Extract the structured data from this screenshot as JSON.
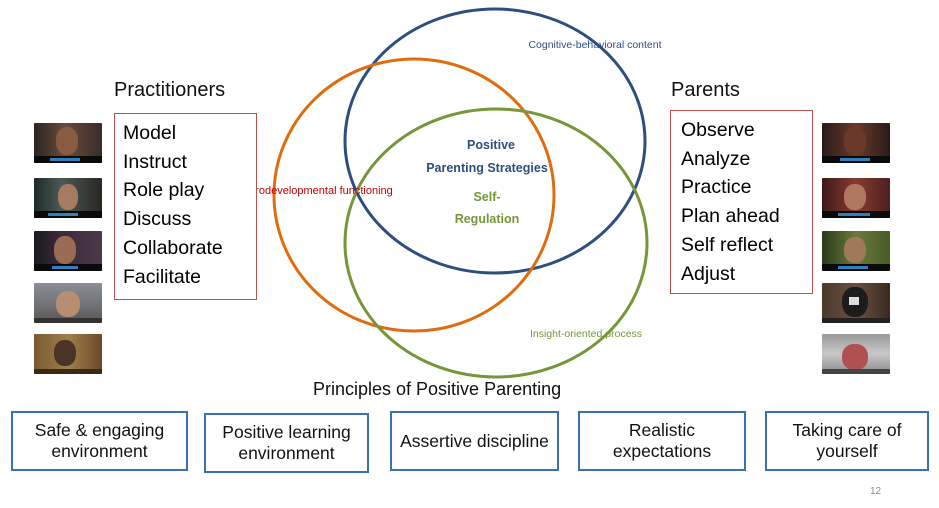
{
  "venn": {
    "center_title": [
      "Positive",
      "Parenting Strategies"
    ],
    "center_sub": [
      "Self-",
      "Regulation"
    ],
    "circles": [
      {
        "label": "Cognitive-behavioral content",
        "color": "#2e4e7d"
      },
      {
        "label": "Neurodevelopmental functioning",
        "color": "#e06c10",
        "label_color": "#c00000"
      },
      {
        "label": "Insight-oriented process",
        "color": "#77963a"
      }
    ]
  },
  "practitioners": {
    "heading": "Practitioners",
    "items": [
      "Model",
      "Instruct",
      "Role play",
      "Discuss",
      "Collaborate",
      "Facilitate"
    ]
  },
  "parents": {
    "heading": "Parents",
    "items": [
      "Observe",
      "Analyze",
      "Practice",
      "Plan ahead",
      "Self reflect",
      "Adjust"
    ]
  },
  "principles": {
    "heading": "Principles of Positive Parenting",
    "items": [
      "Safe & engaging environment",
      "Positive learning environment",
      "Assertive discipline",
      "Realistic expectations",
      "Taking care of yourself"
    ]
  },
  "page_number": "12",
  "colors": {
    "box_border": "#c0504d",
    "principle_border": "#3b70b3"
  }
}
